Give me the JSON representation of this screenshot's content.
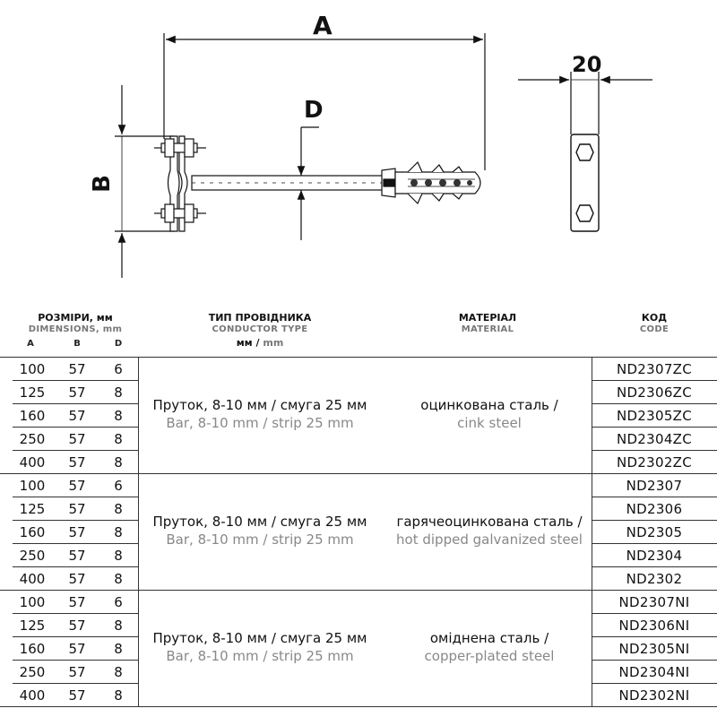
{
  "drawing": {
    "label_A": "A",
    "label_B": "B",
    "label_D": "D",
    "label_width": "20"
  },
  "table": {
    "headers": {
      "dimensions_ua": "РОЗМІРИ, мм",
      "dimensions_en": "DIMENSIONS, mm",
      "col_a": "A",
      "col_b": "B",
      "col_d": "D",
      "conductor_ua": "ТИП ПРОВІДНИКА",
      "conductor_en": "CONDUCTOR TYPE",
      "conductor_unit_ua": "мм /",
      "conductor_unit_en": "mm",
      "material_ua": "МАТЕРІАЛ",
      "material_en": "MATERIAL",
      "code_ua": "КОД",
      "code_en": "CODE"
    },
    "groups": [
      {
        "conductor_ua": "Пруток, 8-10 мм / смуга 25 мм",
        "conductor_en": "Bar, 8-10 mm / strip 25 mm",
        "material_ua": "оцинкована сталь /",
        "material_en": "cink steel",
        "rows": [
          {
            "a": "100",
            "b": "57",
            "d": "6",
            "code": "ND2307ZC"
          },
          {
            "a": "125",
            "b": "57",
            "d": "8",
            "code": "ND2306ZC"
          },
          {
            "a": "160",
            "b": "57",
            "d": "8",
            "code": "ND2305ZC"
          },
          {
            "a": "250",
            "b": "57",
            "d": "8",
            "code": "ND2304ZC"
          },
          {
            "a": "400",
            "b": "57",
            "d": "8",
            "code": "ND2302ZC"
          }
        ]
      },
      {
        "conductor_ua": "Пруток, 8-10 мм / смуга 25 мм",
        "conductor_en": "Bar, 8-10 mm / strip 25 mm",
        "material_ua": "гарячеоцинкована сталь /",
        "material_en": "hot dipped galvanized steel",
        "rows": [
          {
            "a": "100",
            "b": "57",
            "d": "6",
            "code": "ND2307"
          },
          {
            "a": "125",
            "b": "57",
            "d": "8",
            "code": "ND2306"
          },
          {
            "a": "160",
            "b": "57",
            "d": "8",
            "code": "ND2305"
          },
          {
            "a": "250",
            "b": "57",
            "d": "8",
            "code": "ND2304"
          },
          {
            "a": "400",
            "b": "57",
            "d": "8",
            "code": "ND2302"
          }
        ]
      },
      {
        "conductor_ua": "Пруток, 8-10 мм / смуга 25 мм",
        "conductor_en": "Bar, 8-10 mm / strip 25 mm",
        "material_ua": "оміднена сталь /",
        "material_en": "copper-plated steel",
        "rows": [
          {
            "a": "100",
            "b": "57",
            "d": "6",
            "code": "ND2307NI"
          },
          {
            "a": "125",
            "b": "57",
            "d": "8",
            "code": "ND2306NI"
          },
          {
            "a": "160",
            "b": "57",
            "d": "8",
            "code": "ND2305NI"
          },
          {
            "a": "250",
            "b": "57",
            "d": "8",
            "code": "ND2304NI"
          },
          {
            "a": "400",
            "b": "57",
            "d": "8",
            "code": "ND2302NI"
          }
        ]
      }
    ]
  }
}
